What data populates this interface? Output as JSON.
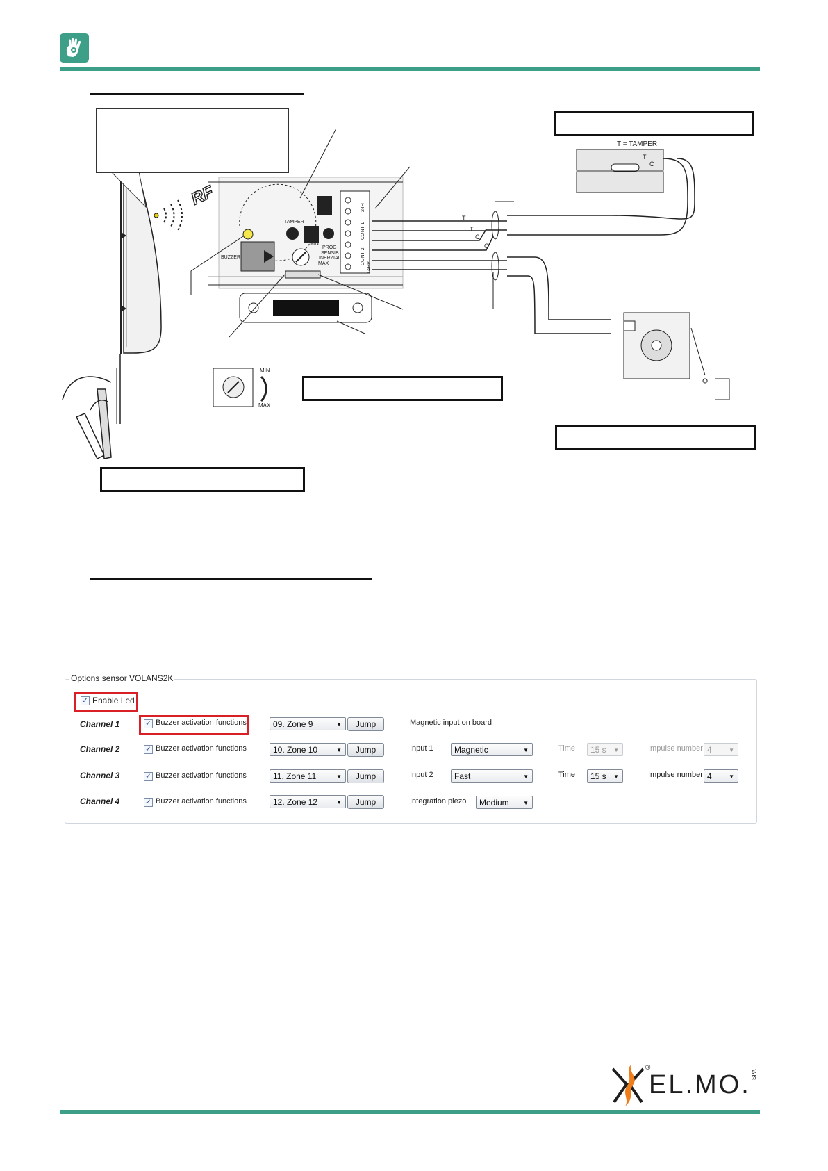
{
  "header": {
    "logo_icon": "hand-logo-icon",
    "accent_color": "#3d9f88"
  },
  "diagram": {
    "tamper_label": "T = TAMPER",
    "rf_label": "RF",
    "board": {
      "tamper": "TAMPER",
      "prog": "PROG",
      "buzzer": "BUZZER",
      "min": "MIN",
      "max": "MAX",
      "sens_line1": "SENSIB.",
      "sens_line2": "INERZIALE",
      "term_1": "24H",
      "term_2": "CONT 1",
      "term_3": "CONT 2",
      "term_4": "TAPP."
    },
    "wires": {
      "t1": "T",
      "t2": "T",
      "c1": "C",
      "c2": "C"
    },
    "contact_t": "T",
    "contact_c": "C",
    "knob_min": "MIN",
    "knob_max": "MAX"
  },
  "options": {
    "title": "Options sensor VOLANS2K",
    "enable_led": "Enable Led",
    "buzzer_label": "Buzzer activation functions",
    "jump": "Jump",
    "channels": [
      {
        "name": "Channel 1",
        "zone": "09. Zone 9"
      },
      {
        "name": "Channel 2",
        "zone": "10. Zone 10"
      },
      {
        "name": "Channel 3",
        "zone": "11. Zone 11"
      },
      {
        "name": "Channel 4",
        "zone": "12. Zone 12"
      }
    ],
    "magnetic_input": "Magnetic input on board",
    "input1_label": "Input 1",
    "input1_value": "Magnetic",
    "input2_label": "Input 2",
    "input2_value": "Fast",
    "time_label": "Time",
    "time_value": "15 s",
    "impulse_label": "Impulse number",
    "impulse_value": "4",
    "piezo_label": "Integration piezo",
    "piezo_value": "Medium",
    "check_mark": "✓",
    "highlight_color": "#d92027"
  },
  "footer": {
    "brand": "EL.MO.",
    "spa": "SPA",
    "reg": "®"
  }
}
